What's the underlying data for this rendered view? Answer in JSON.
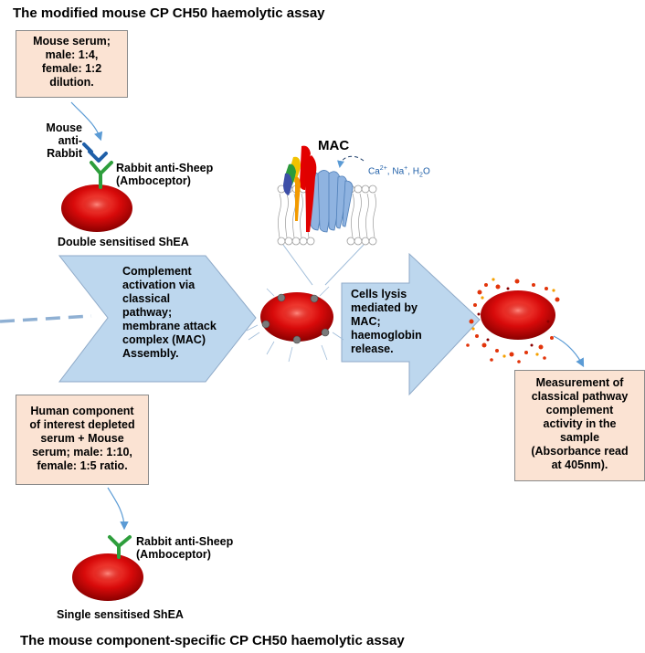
{
  "titles": {
    "top": "The modified mouse CP CH50 haemolytic assay",
    "bottom": "The mouse component-specific CP CH50 haemolytic assay"
  },
  "boxes": {
    "mouse_serum": [
      "Mouse serum;",
      "male: 1:4,",
      "female: 1:2",
      "dilution."
    ],
    "human_component": [
      "Human component",
      "of interest depleted",
      "serum + Mouse",
      "serum; male: 1:10,",
      "female: 1:5 ratio."
    ],
    "measurement": [
      "Measurement of",
      "classical pathway",
      "complement",
      "activity in the",
      "sample",
      "(Absorbance read",
      "at 405nm)."
    ]
  },
  "labels": {
    "mouse_anti_rabbit": [
      "Mouse",
      "anti-",
      "Rabbit"
    ],
    "rabbit_anti_sheep_top": [
      "Rabbit anti-Sheep",
      "(Amboceptor)"
    ],
    "double_sensitised": "Double sensitised  ShEA",
    "rabbit_anti_sheep_bottom": [
      "Rabbit anti-Sheep",
      "(Amboceptor)"
    ],
    "single_sensitised": "Single sensitised  ShEA",
    "mac": "MAC",
    "ions": {
      "ca": "Ca",
      "ca_sup": "2+",
      "na": "Na",
      "na_sup": "+",
      "h": "H",
      "h_sub": "2",
      "o": "O"
    }
  },
  "arrows": {
    "complement": [
      "Complement",
      "activation via",
      "classical",
      "pathway;",
      "membrane attack",
      "complex (MAC)",
      "Assembly."
    ],
    "lysis": [
      "Cells lysis",
      "mediated by",
      "MAC;",
      "haemoglobin",
      "release."
    ]
  },
  "colors": {
    "box_fill": "#fbe3d3",
    "arrow_fill": "#bdd7ee",
    "arrow_stroke": "#8faac8",
    "cell_red": "#d40000",
    "antibody_blue": "#1f5fa8",
    "antibody_green": "#2e9e3c",
    "connector": "#5b9bd5"
  }
}
